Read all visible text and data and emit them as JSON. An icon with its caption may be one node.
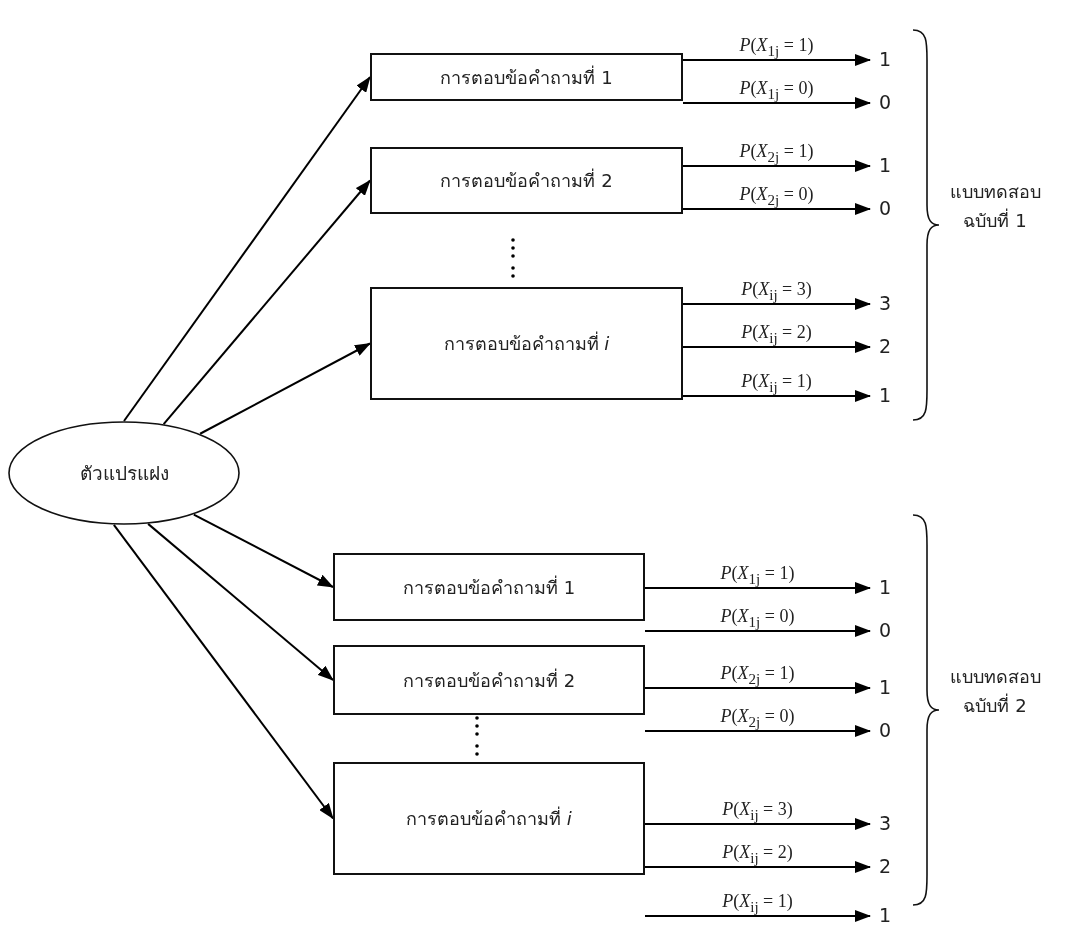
{
  "diagram": {
    "nodes": [
      {
        "text": [
          "ตัวแปรแฝง"
        ]
      },
      {
        "text": [
          "การตอบข้อคำถามที่ 1"
        ]
      },
      {
        "text": [
          "1"
        ]
      },
      {
        "text": [
          "0"
        ]
      },
      {
        "text": [
          "การตอบข้อคำถามที่ 2"
        ]
      },
      {
        "text": [
          "1"
        ]
      },
      {
        "text": [
          "0"
        ]
      },
      {
        "text": [
          "การตอบข้อคำถามที่ *i*"
        ]
      },
      {
        "text": [
          "3"
        ]
      },
      {
        "text": [
          "2"
        ]
      },
      {
        "text": [
          "1"
        ]
      },
      {
        "text": [
          "การตอบข้อคำถามที่ 1"
        ]
      },
      {
        "text": [
          "1"
        ]
      },
      {
        "text": [
          "0"
        ]
      },
      {
        "text": [
          "การตอบข้อคำถามที่ 2"
        ]
      },
      {
        "text": [
          "1"
        ]
      },
      {
        "text": [
          "0"
        ]
      },
      {
        "text": [
          "การตอบข้อคำถามที่ *i*"
        ]
      },
      {
        "text": [
          "3"
        ]
      },
      {
        "text": [
          "2"
        ]
      },
      {
        "text": [
          "1"
        ]
      }
    ],
    "edges": [
      {
        "from": 0,
        "to": 1,
        "arrow": "to"
      },
      {
        "from": 0,
        "to": 4,
        "arrow": "to"
      },
      {
        "from": 0,
        "to": 7,
        "arrow": "to"
      },
      {
        "from": 0,
        "to": 11,
        "arrow": "to"
      },
      {
        "from": 0,
        "to": 14,
        "arrow": "to"
      },
      {
        "from": 0,
        "to": 17,
        "arrow": "to"
      },
      {
        "from": 1,
        "to": 2,
        "arrow": "to",
        "label": "*P*(*X*$_{1j}$ = 1)"
      },
      {
        "from": 1,
        "to": 3,
        "arrow": "to",
        "label": "*P*(*X*$_{1j}$ = 0)"
      },
      {
        "from": 4,
        "to": 5,
        "arrow": "to",
        "label": "*P*(*X*$_{2j}$ = 1)"
      },
      {
        "from": 4,
        "to": 6,
        "arrow": "to",
        "label": "*P*(*X*$_{2j}$ = 0)"
      },
      {
        "from": 7,
        "to": 8,
        "arrow": "to",
        "label": "*P*(*X*$_{ij}$ = 3)"
      },
      {
        "from": 7,
        "to": 9,
        "arrow": "to",
        "label": "*P*(*X*$_{ij}$ = 2)"
      },
      {
        "from": 7,
        "to": 10,
        "arrow": "to",
        "label": "*P*(*X*$_{ij}$ = 1)"
      },
      {
        "from": 11,
        "to": 12,
        "arrow": "to",
        "label": "*P*(*X*$_{1j}$ = 1)"
      },
      {
        "from": 11,
        "to": 13,
        "arrow": "to",
        "label": "*P*(*X*$_{1j}$ = 0)"
      },
      {
        "from": 14,
        "to": 15,
        "arrow": "to",
        "label": "*P*(*X*$_{2j}$ = 1)"
      },
      {
        "from": 14,
        "to": 16,
        "arrow": "to",
        "label": "*P*(*X*$_{2j}$ = 0)"
      },
      {
        "from": 17,
        "to": 18,
        "arrow": "to",
        "label": "*P*(*X*$_{ij}$ = 3)"
      },
      {
        "from": 17,
        "to": 19,
        "arrow": "to",
        "label": "*P*(*X*$_{ij}$ = 2)"
      },
      {
        "from": 17,
        "to": 20,
        "arrow": "to",
        "label": "*P*(*X*$_{ij}$ = 1)"
      }
    ],
    "labels": [
      "แบบทดสอบ ฉบับที่ 1",
      "แบบทดสอบ ฉบับที่ 2"
    ]
  }
}
